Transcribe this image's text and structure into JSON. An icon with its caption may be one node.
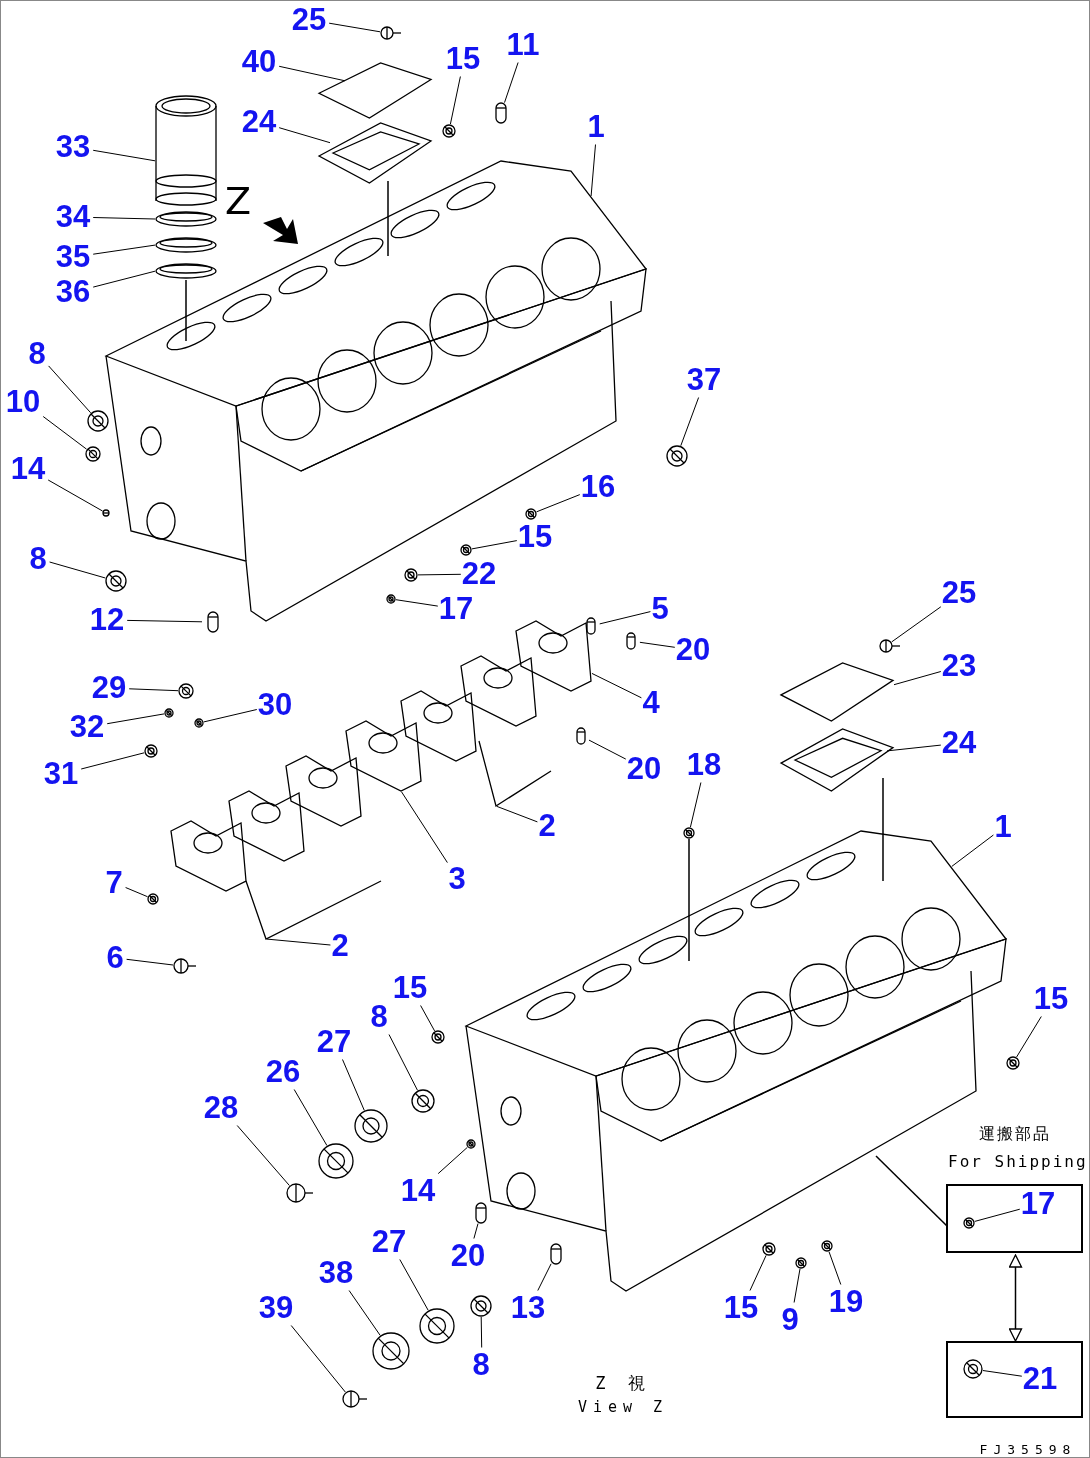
{
  "diagram": {
    "nodes": [
      {
        "text": [
          "25"
        ]
      },
      {
        "text": [
          "40"
        ]
      },
      {
        "text": [
          "15"
        ]
      },
      {
        "text": [
          "11"
        ]
      },
      {
        "text": [
          "24"
        ]
      },
      {
        "text": [
          "1"
        ]
      },
      {
        "text": [
          "33"
        ]
      },
      {
        "text": [
          "34"
        ]
      },
      {
        "text": [
          "35"
        ]
      },
      {
        "text": [
          "36"
        ]
      },
      {
        "text": [
          "8"
        ]
      },
      {
        "text": [
          "10"
        ]
      },
      {
        "text": [
          "37"
        ]
      },
      {
        "text": [
          "14"
        ]
      },
      {
        "text": [
          "16"
        ]
      },
      {
        "text": [
          "15"
        ]
      },
      {
        "text": [
          "8"
        ]
      },
      {
        "text": [
          "22"
        ]
      },
      {
        "text": [
          "17"
        ]
      },
      {
        "text": [
          "12"
        ]
      },
      {
        "text": [
          "5"
        ]
      },
      {
        "text": [
          "20"
        ]
      },
      {
        "text": [
          "29"
        ]
      },
      {
        "text": [
          "30"
        ]
      },
      {
        "text": [
          "4"
        ]
      },
      {
        "text": [
          "32"
        ]
      },
      {
        "text": [
          "31"
        ]
      },
      {
        "text": [
          "20"
        ]
      },
      {
        "text": [
          "18"
        ]
      },
      {
        "text": [
          "2"
        ]
      },
      {
        "text": [
          "3"
        ]
      },
      {
        "text": [
          "7"
        ]
      },
      {
        "text": [
          "2"
        ]
      },
      {
        "text": [
          "6"
        ]
      },
      {
        "text": [
          "15"
        ]
      },
      {
        "text": [
          "8"
        ]
      },
      {
        "text": [
          "27"
        ]
      },
      {
        "text": [
          "26"
        ]
      },
      {
        "text": [
          "28"
        ]
      },
      {
        "text": [
          "14"
        ]
      },
      {
        "text": [
          "20"
        ]
      },
      {
        "text": [
          "27"
        ]
      },
      {
        "text": [
          "13"
        ]
      },
      {
        "text": [
          "38"
        ]
      },
      {
        "text": [
          "39"
        ]
      },
      {
        "text": [
          "8"
        ]
      },
      {
        "text": [
          "15"
        ]
      },
      {
        "text": [
          "25"
        ]
      },
      {
        "text": [
          "23"
        ]
      },
      {
        "text": [
          "24"
        ]
      },
      {
        "text": [
          "1"
        ]
      },
      {
        "text": [
          "15"
        ]
      },
      {
        "text": [
          "9"
        ]
      },
      {
        "text": [
          "19"
        ]
      },
      {
        "text": [
          "運搬部品",
          "For Shipping"
        ]
      },
      {
        "text": [
          "17"
        ],
        "in": 54
      },
      {
        "text": [],
        "shape": "box"
      },
      {
        "text": [
          "21"
        ],
        "in": 56
      },
      {
        "text": [],
        "shape": "picture"
      },
      {
        "text": [],
        "shape": "picture"
      },
      {
        "text": [],
        "shape": "picture"
      },
      {
        "text": [],
        "shape": "picture"
      },
      {
        "text": [],
        "shape": "picture"
      },
      {
        "text": [],
        "shape": "picture"
      },
      {
        "text": [],
        "shape": "picture"
      },
      {
        "text": [],
        "shape": "picture"
      },
      {
        "text": [],
        "shape": "picture"
      },
      {
        "text": [],
        "shape": "picture"
      },
      {
        "text": [],
        "shape": "picture"
      },
      {
        "text": [],
        "shape": "picture"
      },
      {
        "text": [],
        "shape": "picture"
      },
      {
        "text": [],
        "shape": "picture"
      },
      {
        "text": [],
        "shape": "picture"
      },
      {
        "text": [],
        "shape": "picture"
      },
      {
        "text": [],
        "shape": "picture"
      },
      {
        "text": [],
        "shape": "picture"
      },
      {
        "text": [],
        "shape": "picture"
      },
      {
        "text": [],
        "shape": "picture"
      },
      {
        "text": [],
        "shape": "picture"
      },
      {
        "text": [],
        "shape": "picture"
      },
      {
        "text": [],
        "shape": "picture"
      },
      {
        "text": [],
        "shape": "picture"
      },
      {
        "text": [],
        "shape": "picture"
      },
      {
        "text": [],
        "shape": "picture"
      },
      {
        "text": [],
        "shape": "picture"
      },
      {
        "text": [],
        "shape": "picture"
      },
      {
        "text": [],
        "shape": "picture"
      },
      {
        "text": [],
        "shape": "picture"
      },
      {
        "text": [],
        "shape": "picture"
      },
      {
        "text": [],
        "shape": "picture"
      },
      {
        "text": [],
        "shape": "picture"
      },
      {
        "text": [],
        "shape": "picture"
      },
      {
        "text": [],
        "shape": "picture"
      },
      {
        "text": [],
        "shape": "picture"
      },
      {
        "text": [],
        "shape": "picture"
      },
      {
        "text": [],
        "shape": "picture"
      },
      {
        "text": [],
        "shape": "picture"
      },
      {
        "text": [],
        "shape": "picture"
      },
      {
        "text": [],
        "shape": "picture"
      },
      {
        "text": [],
        "shape": "picture"
      },
      {
        "text": [],
        "shape": "picture"
      },
      {
        "text": [],
        "shape": "picture"
      },
      {
        "text": [],
        "shape": "picture"
      },
      {
        "text": [],
        "shape": "picture"
      },
      {
        "text": [],
        "shape": "picture"
      },
      {
        "text": [],
        "shape": "picture"
      },
      {
        "text": [],
        "shape": "picture"
      },
      {
        "text": [],
        "shape": "picture"
      },
      {
        "text": [],
        "shape": "picture"
      },
      {
        "text": [],
        "shape": "picture"
      },
      {
        "text": [],
        "shape": "picture"
      },
      {
        "text": [],
        "shape": "picture"
      },
      {
        "text": [],
        "shape": "picture",
        "in": 54
      },
      {
        "text": [],
        "shape": "picture",
        "in": 56
      }
    ],
    "edges": [
      {
        "from": 0,
        "to": 58,
        "arrow": "none"
      },
      {
        "from": 1,
        "to": 59,
        "arrow": "none"
      },
      {
        "from": 2,
        "to": 60,
        "arrow": "none"
      },
      {
        "from": 3,
        "to": 61,
        "arrow": "none"
      },
      {
        "from": 4,
        "to": 62,
        "arrow": "none"
      },
      {
        "from": 5,
        "to": 63,
        "arrow": "none"
      },
      {
        "from": 6,
        "to": 64,
        "arrow": "none"
      },
      {
        "from": 7,
        "to": 65,
        "arrow": "none"
      },
      {
        "from": 8,
        "to": 66,
        "arrow": "none"
      },
      {
        "from": 9,
        "to": 67,
        "arrow": "none"
      },
      {
        "from": 10,
        "to": 68,
        "arrow": "none"
      },
      {
        "from": 11,
        "to": 69,
        "arrow": "none"
      },
      {
        "from": 12,
        "to": 70,
        "arrow": "none"
      },
      {
        "from": 13,
        "to": 71,
        "arrow": "none"
      },
      {
        "from": 14,
        "to": 72,
        "arrow": "none"
      },
      {
        "from": 15,
        "to": 73,
        "arrow": "none"
      },
      {
        "from": 16,
        "to": 74,
        "arrow": "none"
      },
      {
        "from": 17,
        "to": 75,
        "arrow": "none"
      },
      {
        "from": 18,
        "to": 76,
        "arrow": "none"
      },
      {
        "from": 19,
        "to": 77,
        "arrow": "none"
      },
      {
        "from": 20,
        "to": 78,
        "arrow": "none"
      },
      {
        "from": 21,
        "to": 79,
        "arrow": "none"
      },
      {
        "from": 22,
        "to": 80,
        "arrow": "none"
      },
      {
        "from": 23,
        "to": 81,
        "arrow": "none"
      },
      {
        "from": 24,
        "to": 82,
        "arrow": "none"
      },
      {
        "from": 25,
        "to": 83,
        "arrow": "none"
      },
      {
        "from": 26,
        "to": 84,
        "arrow": "none"
      },
      {
        "from": 27,
        "to": 85,
        "arrow": "none"
      },
      {
        "from": 28,
        "to": 86,
        "arrow": "none"
      },
      {
        "from": 29,
        "to": 87,
        "arrow": "none"
      },
      {
        "from": 30,
        "to": 88,
        "arrow": "none"
      },
      {
        "from": 31,
        "to": 89,
        "arrow": "none"
      },
      {
        "from": 32,
        "to": 90,
        "arrow": "none"
      },
      {
        "from": 33,
        "to": 91,
        "arrow": "none"
      },
      {
        "from": 34,
        "to": 92,
        "arrow": "none"
      },
      {
        "from": 35,
        "to": 93,
        "arrow": "none"
      },
      {
        "from": 36,
        "to": 94,
        "arrow": "none"
      },
      {
        "from": 37,
        "to": 95,
        "arrow": "none"
      },
      {
        "from": 38,
        "to": 96,
        "arrow": "none"
      },
      {
        "from": 39,
        "to": 97,
        "arrow": "none"
      },
      {
        "from": 40,
        "to": 98,
        "arrow": "none"
      },
      {
        "from": 41,
        "to": 99,
        "arrow": "none"
      },
      {
        "from": 42,
        "to": 100,
        "arrow": "none"
      },
      {
        "from": 43,
        "to": 101,
        "arrow": "none"
      },
      {
        "from": 44,
        "to": 102,
        "arrow": "none"
      },
      {
        "from": 45,
        "to": 103,
        "arrow": "none"
      },
      {
        "from": 46,
        "to": 104,
        "arrow": "none"
      },
      {
        "from": 47,
        "to": 105,
        "arrow": "none"
      },
      {
        "from": 48,
        "to": 106,
        "arrow": "none"
      },
      {
        "from": 49,
        "to": 107,
        "arrow": "none"
      },
      {
        "from": 50,
        "to": 108,
        "arrow": "none"
      },
      {
        "from": 51,
        "to": 109,
        "arrow": "none"
      },
      {
        "from": 52,
        "to": 110,
        "arrow": "none"
      },
      {
        "from": 53,
        "to": 111,
        "arrow": "none"
      },
      {
        "from": 55,
        "to": 112,
        "arrow": "none"
      },
      {
        "from": 57,
        "to": 113,
        "arrow": "none"
      },
      {
        "from": 54,
        "to": 56,
        "arrow": "both"
      },
      {
        "from": 62,
        "to": 63,
        "arrow": "none"
      },
      {
        "from": 107,
        "to": 108,
        "arrow": "none"
      },
      {
        "from": 86,
        "to": 108,
        "arrow": "none"
      },
      {
        "from": 108,
        "to": 54,
        "arrow": "none"
      },
      {
        "from": 67,
        "to": 63,
        "arrow": "none"
      }
    ],
    "labels": [
      "Z",
      "Z 視",
      "View Z",
      "FJ35598"
    ]
  }
}
